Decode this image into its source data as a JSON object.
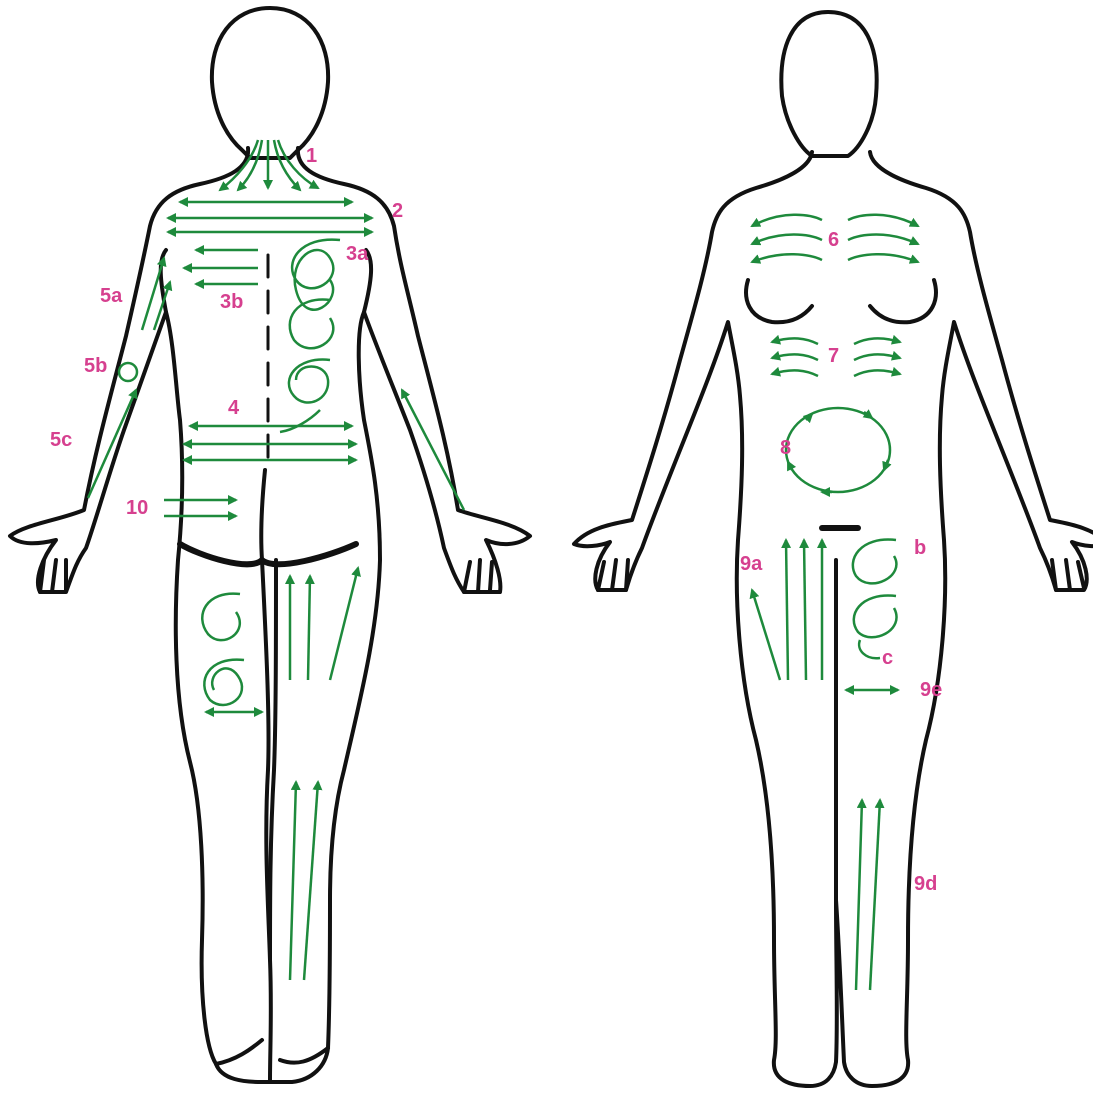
{
  "colors": {
    "outline": "#111111",
    "arrow": "#1e8a3c",
    "label": "#d6408f",
    "background": "#ffffff"
  },
  "labels": {
    "l1": "1",
    "l2": "2",
    "l3a": "3a",
    "l3b": "3b",
    "l4": "4",
    "l5a": "5a",
    "l5b": "5b",
    "l5c": "5c",
    "l10": "10",
    "l6": "6",
    "l7": "7",
    "l8": "8",
    "l9a": "9a",
    "lb": "b",
    "lc": "c",
    "l9e": "9e",
    "l9d": "9d"
  }
}
